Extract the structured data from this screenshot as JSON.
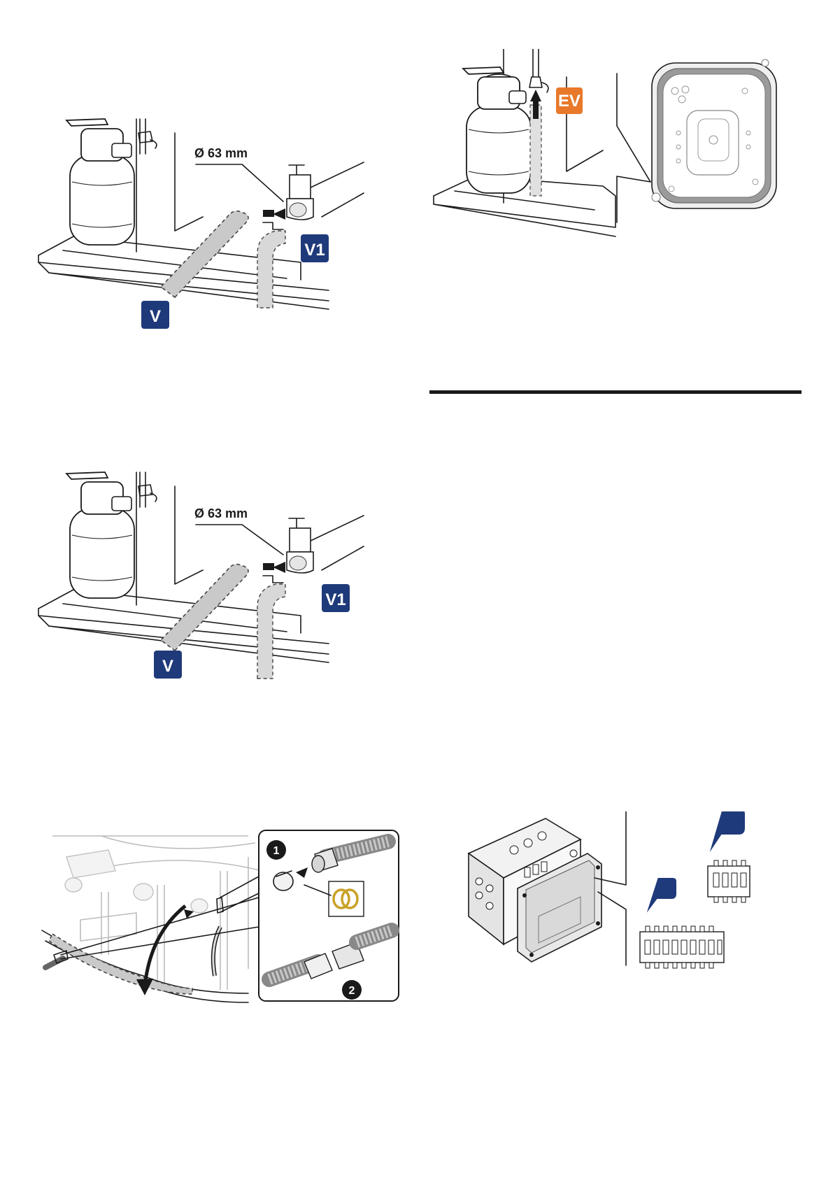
{
  "panels": {
    "drain_ev": {
      "ev_label": "EV"
    },
    "drain_v1_top": {
      "diameter_label": "Ø 63 mm",
      "v1_label": "V1",
      "v_label": "V"
    },
    "drain_v1_bottom": {
      "diameter_label": "Ø 63 mm",
      "v1_label": "V1",
      "v_label": "V"
    },
    "hose_connection": {
      "step_1": "1",
      "step_2": "2"
    },
    "control_box": {}
  },
  "colors": {
    "badge_blue": "#1f3a7a",
    "badge_orange": "#e8782a",
    "pipe_grey": "#c9c9c9",
    "line_dark": "#1a1a1a",
    "brass_ring": "#c9a227"
  }
}
